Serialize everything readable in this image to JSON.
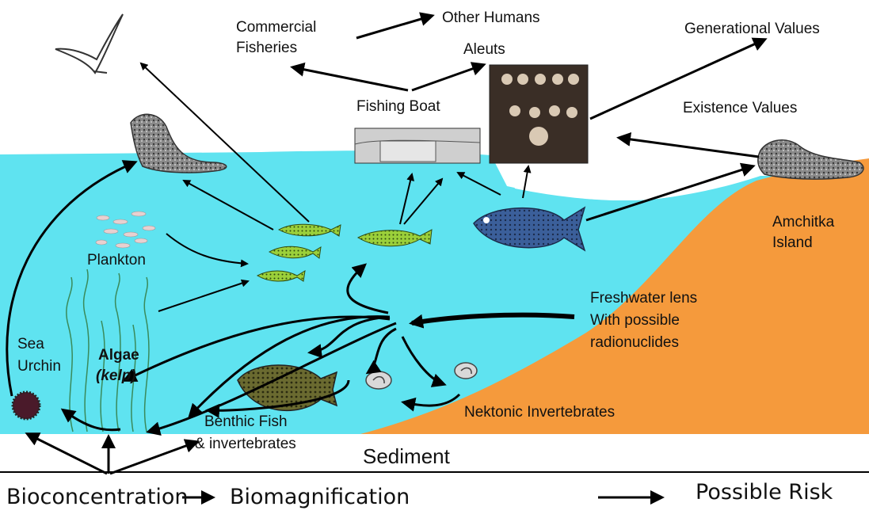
{
  "labels": {
    "commercial_fisheries_1": "Commercial",
    "commercial_fisheries_2": "Fisheries",
    "other_humans": "Other Humans",
    "aleuts": "Aleuts",
    "generational_values": "Generational Values",
    "existence_values": "Existence Values",
    "fishing_boat": "Fishing Boat",
    "plankton": "Plankton",
    "amchitka_1": "Amchitka",
    "amchitka_2": "Island",
    "freshwater_1": "Freshwater lens",
    "freshwater_2": "With possible",
    "freshwater_3": "radionuclides",
    "sea_urchin_1": "Sea",
    "sea_urchin_2": "Urchin",
    "algae_1": "Algae",
    "algae_2": "(kelp)",
    "benthic_1": "Benthic Fish",
    "benthic_2": "& invertebrates",
    "nektonic": "Nektonic Invertebrates",
    "sediment": "Sediment"
  },
  "footer": {
    "bioconcentration": "Bioconcentration",
    "biomagnification": "Biomagnification",
    "possible_risk": "Possible Risk"
  },
  "colors": {
    "water": "#5fe3f0",
    "island": "#f59a3c",
    "fish_green": "#9bd03a",
    "fish_blue": "#3b5f9a",
    "text": "#111111"
  }
}
